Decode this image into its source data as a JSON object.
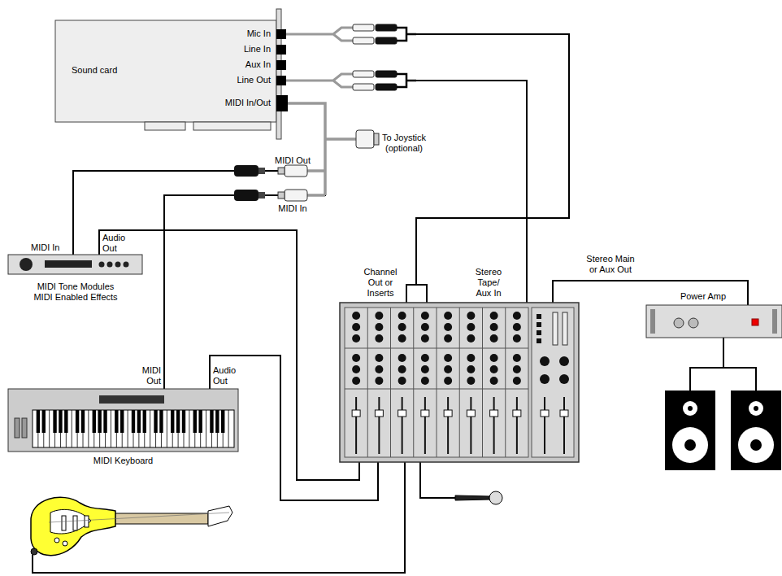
{
  "diagram": {
    "nodes": [
      {
        "text": [
          "Sound card",
          "Mic In",
          "Line In",
          "Aux In",
          "Line Out",
          "MIDI In/Out"
        ]
      },
      {
        "text": [
          "MIDI In",
          "Audio Out",
          "MIDI Tone Modules MIDI Enabled Effects"
        ]
      },
      {
        "text": [
          "MIDI Out",
          "Audio Out",
          "MIDI Keyboard"
        ]
      },
      {
        "text": [
          "Channel Out or Inserts",
          "Stereo Tape/ Aux In"
        ]
      },
      {
        "text": [
          "Power Amp"
        ]
      }
    ],
    "edges": [
      {
        "from": 0,
        "to": 3,
        "arrow": "none"
      },
      {
        "from": 0,
        "to": 3,
        "arrow": "none"
      },
      {
        "from": 0,
        "to": 1,
        "arrow": "none"
      },
      {
        "from": 2,
        "to": 0,
        "arrow": "none"
      },
      {
        "from": 1,
        "to": 3,
        "arrow": "none"
      },
      {
        "from": 2,
        "to": 3,
        "arrow": "none"
      },
      {
        "from": 3,
        "to": 4,
        "label": "Stereo Main or Aux Out",
        "arrow": "none"
      }
    ],
    "labels": [
      "To Joystick (optional)",
      "MIDI Out",
      "MIDI In"
    ]
  }
}
